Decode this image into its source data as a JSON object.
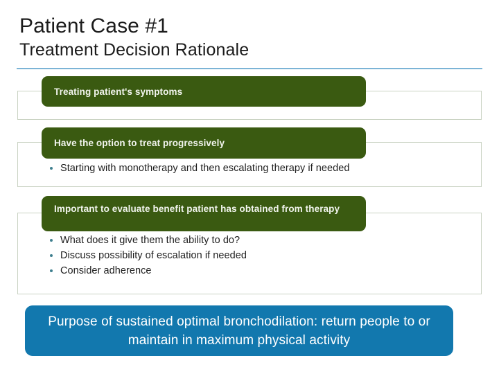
{
  "slide": {
    "title": "Patient Case #1",
    "subtitle": "Treatment Decision Rationale",
    "colors": {
      "green_pill": "#3a5a11",
      "blue_banner": "#1278ae",
      "title_rule": "#7cb4d6",
      "bullet_dot": "#3f7f8f",
      "panel_border": "#c9d2c2",
      "background": "#ffffff"
    }
  },
  "sections": [
    {
      "header": "Treating patient's symptoms",
      "bullets": []
    },
    {
      "header": "Have the option to treat progressively",
      "bullets": [
        "Starting with monotherapy and then escalating therapy if needed"
      ]
    },
    {
      "header": "Important to evaluate benefit patient has obtained from therapy",
      "bullets": [
        "What does it give them the ability to do?",
        "Discuss possibility of escalation if needed",
        "Consider adherence"
      ]
    }
  ],
  "summary": {
    "text": "Purpose of sustained optimal bronchodilation: return people to or maintain in maximum physical activity"
  }
}
